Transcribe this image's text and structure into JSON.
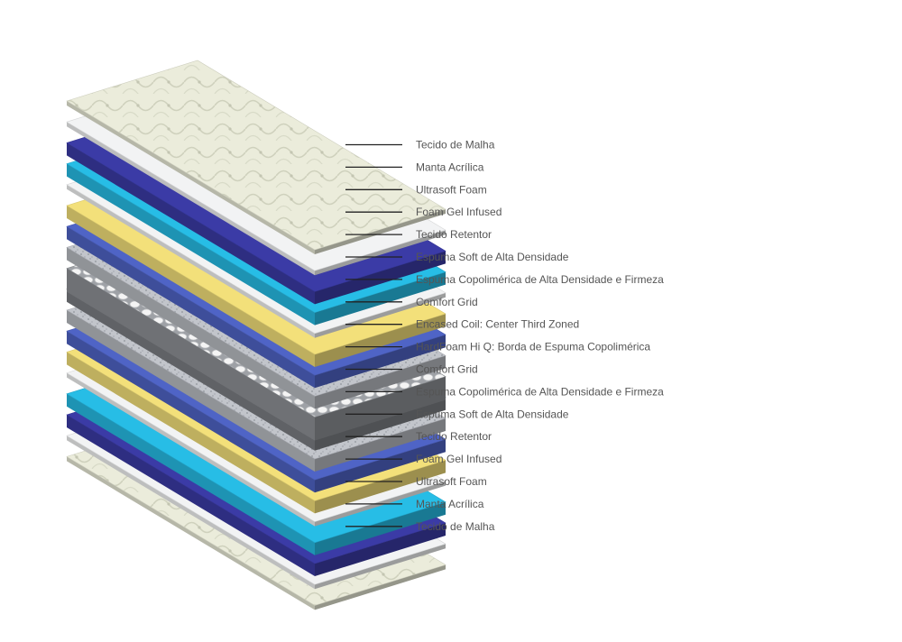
{
  "diagram": {
    "layers": [
      {
        "label": "Tecido de Malha",
        "kind": "fabric"
      },
      {
        "label": "Manta Acrílica",
        "kind": "white"
      },
      {
        "label": "Ultrasoft Foam",
        "kind": "navy"
      },
      {
        "label": "Foam Gel Infused",
        "kind": "cyan"
      },
      {
        "label": "Tecido Retentor",
        "kind": "white"
      },
      {
        "label": "Espuma Soft de Alta Densidade",
        "kind": "yellow"
      },
      {
        "label": "Espuma Copolimérica de Alta Densidade e Firmeza",
        "kind": "blue"
      },
      {
        "label": "Comfort Grid",
        "kind": "grid"
      },
      {
        "label": "Encased Coil: Center Third Zoned",
        "kind": "coil"
      },
      {
        "label": "HardFoam Hi Q: Borda de Espuma Copolimérica",
        "kind": "border"
      },
      {
        "label": "Comfort Grid",
        "kind": "grid"
      },
      {
        "label": "Espuma Copolimérica de Alta Densidade e Firmeza",
        "kind": "blue"
      },
      {
        "label": "Espuma Soft de Alta Densidade",
        "kind": "yellow"
      },
      {
        "label": "Tecido Retentor",
        "kind": "white"
      },
      {
        "label": "Foam Gel Infused",
        "kind": "cyan"
      },
      {
        "label": "Ultrasoft Foam",
        "kind": "navy"
      },
      {
        "label": "Manta Acrílica",
        "kind": "white"
      },
      {
        "label": "Tecido de Malha",
        "kind": "fabric"
      }
    ],
    "colors": {
      "fabric": "#e9ead8",
      "white": "#f2f3f4",
      "navy": "#3b3ba6",
      "cyan": "#27bde6",
      "yellow": "#f3e07a",
      "blue": "#4f64c6",
      "grid": "#b9bcc2",
      "coil": "#8e9196",
      "border": "#7b7e83",
      "label": "#555555",
      "leader": "#222222"
    }
  }
}
